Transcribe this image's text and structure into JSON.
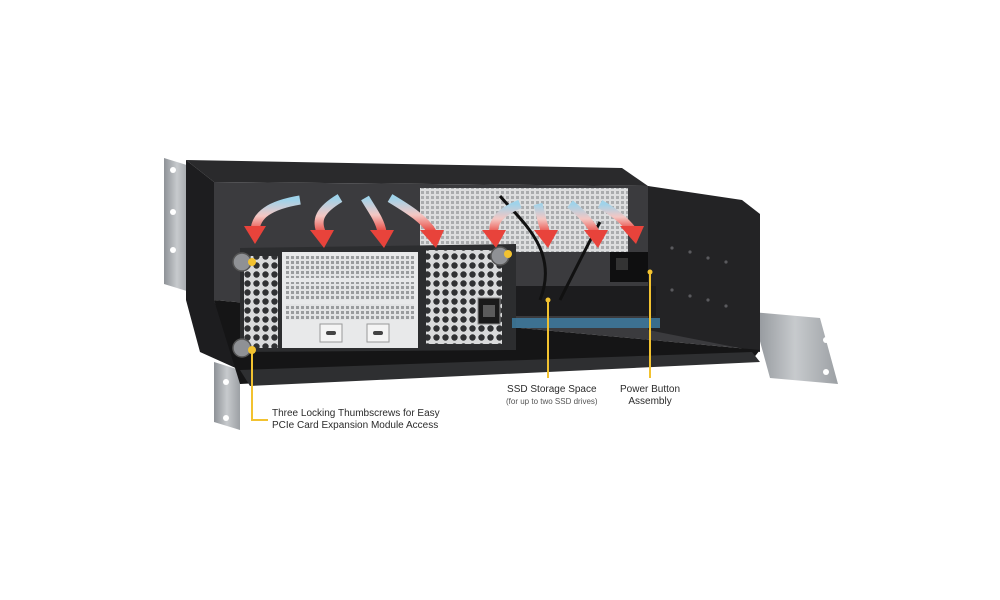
{
  "callouts": {
    "thumbscrews": {
      "line1": "Three Locking Thumbscrews for Easy",
      "line2": "PCIe Card Expansion Module Access"
    },
    "ssd": {
      "title": "SSD Storage Space",
      "subtitle": "(for up to two SSD drives)"
    },
    "power": {
      "line1": "Power Button",
      "line2": "Assembly"
    }
  },
  "colors": {
    "callout_accent": "#f2c230",
    "airflow_arrow": "#e8433b",
    "airflow_arrow_start": "#9fd3ea",
    "chassis_dark": "#1f1f21",
    "rack_ear": "#a9adb2"
  },
  "icons": [
    "thumbscrew-icon",
    "airflow-arrow-icon",
    "power-inlet-icon",
    "usb-c-port-icon"
  ]
}
